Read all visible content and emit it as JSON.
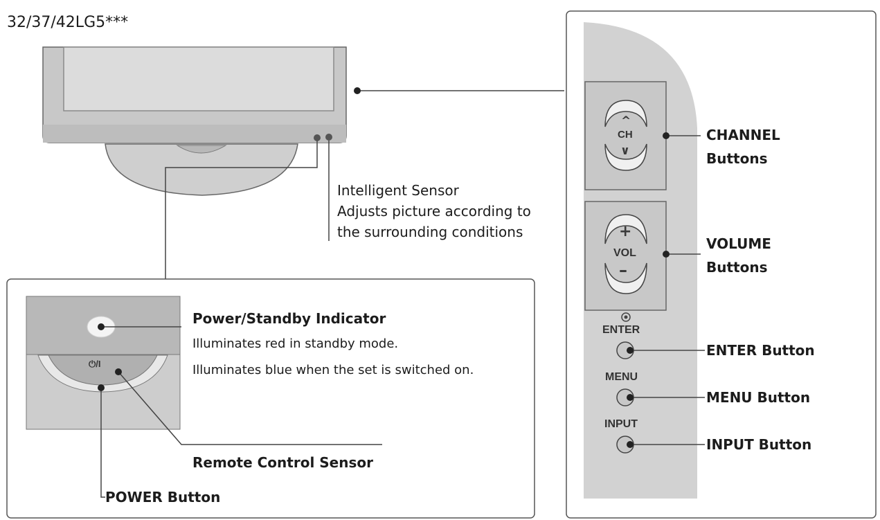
{
  "model_title": "32/37/42LG5***",
  "intelligent_sensor": {
    "heading": "Intelligent Sensor",
    "line1": "Adjusts picture according to",
    "line2": "the surrounding conditions"
  },
  "power_indicator": {
    "heading": "Power/Standby Indicator",
    "line1": "Illuminates red in standby mode.",
    "line2": "Illuminates blue when the set is switched on."
  },
  "remote_control_sensor_label": "Remote Control Sensor",
  "power_button_label": "POWER Button",
  "power_symbol": "⏻/I",
  "side_panel": {
    "ch_label": "CH",
    "vol_label": "VOL",
    "enter_label": "ENTER",
    "menu_label": "MENU",
    "input_label": "INPUT",
    "up_glyph": "^",
    "down_glyph": "∨",
    "plus_glyph": "+",
    "minus_glyph": "–"
  },
  "callouts": {
    "channel_line1": "CHANNEL",
    "channel_line2": "Buttons",
    "volume_line1": "VOLUME",
    "volume_line2": "Buttons",
    "enter": "ENTER Button",
    "menu": "MENU Button",
    "input": "INPUT Button"
  },
  "colors": {
    "tv_body": "#c8c8c8",
    "tv_screen": "#dcdcdc",
    "panel_fill": "#d2d2d2",
    "frame_stroke": "#555555",
    "leader_line": "#444444"
  }
}
